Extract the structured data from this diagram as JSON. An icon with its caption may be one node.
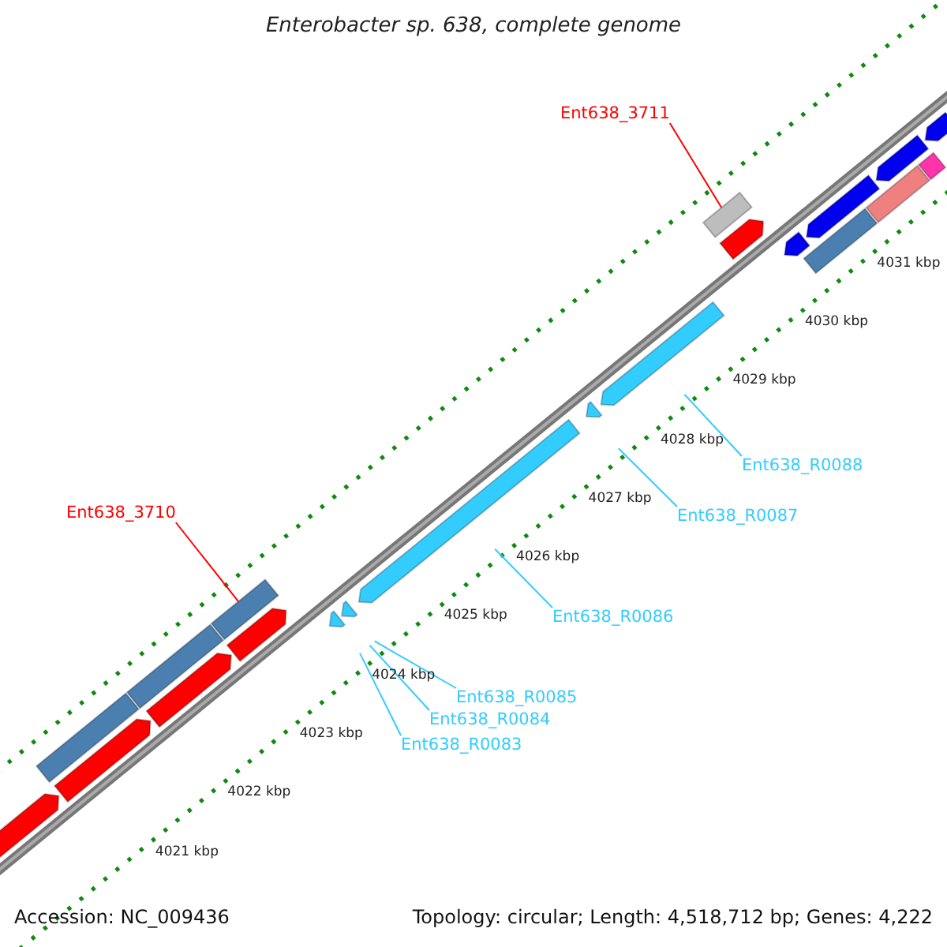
{
  "diagram": {
    "title": "Enterobacter sp. 638, complete genome",
    "nodes": [
      {
        "text": [
          "Ent638_3711"
        ]
      },
      {
        "text": [
          "Ent638_3710"
        ]
      },
      {
        "text": [
          "Ent638_R0088"
        ]
      },
      {
        "text": [
          "Ent638_R0087"
        ]
      },
      {
        "text": [
          "Ent638_R0086"
        ]
      },
      {
        "text": [
          "Ent638_R0085"
        ]
      },
      {
        "text": [
          "Ent638_R0084"
        ]
      },
      {
        "text": [
          "Ent638_R0083"
        ]
      },
      {
        "text": [],
        "shape": "arrow"
      },
      {
        "text": [],
        "shape": "bar"
      },
      {
        "text": [],
        "shape": "arrow"
      },
      {
        "text": [],
        "shape": "bar"
      },
      {
        "text": [],
        "shape": "arrow"
      },
      {
        "text": [],
        "shape": "bar"
      },
      {
        "text": [],
        "shape": "arrow"
      },
      {
        "text": [],
        "shape": "arrow"
      },
      {
        "text": [],
        "shape": "arrow"
      },
      {
        "text": [],
        "shape": "arrow"
      },
      {
        "text": [],
        "shape": "arrow"
      },
      {
        "text": [],
        "shape": "arrow"
      },
      {
        "text": [],
        "shape": "bar"
      },
      {
        "text": [],
        "shape": "arrow"
      },
      {
        "text": [],
        "shape": "arrow"
      },
      {
        "text": [],
        "shape": "bar"
      },
      {
        "text": [],
        "shape": "arrow"
      },
      {
        "text": [],
        "shape": "bar"
      },
      {
        "text": [],
        "shape": "arrow"
      },
      {
        "text": [],
        "shape": "bar"
      },
      {
        "text": [],
        "shape": "arrow"
      }
    ],
    "edges": [
      {
        "from": 0,
        "to": 20,
        "arrow": "none",
        "color": "#ff0000"
      },
      {
        "from": 1,
        "to": 13,
        "arrow": "none",
        "color": "#ff0000"
      },
      {
        "from": 2,
        "to": null,
        "arrow": "none"
      },
      {
        "from": 3,
        "to": null,
        "arrow": "none"
      },
      {
        "from": 4,
        "to": null,
        "arrow": "none"
      },
      {
        "from": 5,
        "to": null,
        "arrow": "none"
      },
      {
        "from": 6,
        "to": null,
        "arrow": "none"
      },
      {
        "from": 7,
        "to": null,
        "arrow": "none"
      }
    ],
    "labels": [
      "4031 kbp",
      "4030 kbp",
      "4029 kbp",
      "4028 kbp",
      "4027 kbp",
      "4026 kbp",
      "4025 kbp",
      "4024 kbp",
      "4023 kbp",
      "4022 kbp",
      "4021 kbp",
      "Accession: NC_009436",
      "Topology: circular; Length: 4,518,712 bp; Genes: 4,222"
    ]
  }
}
